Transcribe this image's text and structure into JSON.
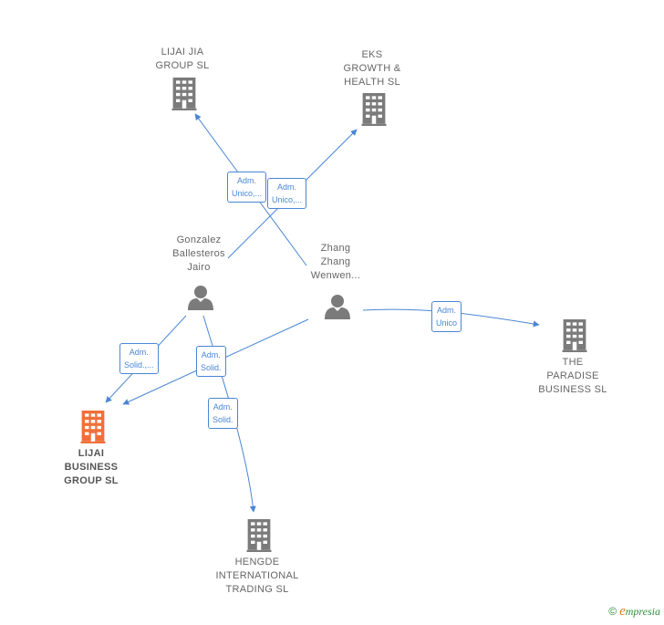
{
  "nodes": [
    {
      "id": "lijai_jia",
      "type": "company",
      "label": "LIJAI JIA\nGROUP  SL"
    },
    {
      "id": "eks",
      "type": "company",
      "label": "EKS\nGROWTH &\nHEALTH  SL"
    },
    {
      "id": "gonzalez",
      "type": "person",
      "label": "Gonzalez\nBallesteros\nJairo"
    },
    {
      "id": "zhang",
      "type": "person",
      "label": "Zhang\nZhang\nWenwen..."
    },
    {
      "id": "paradise",
      "type": "company",
      "label": "THE\nPARADISE\nBUSINESS SL"
    },
    {
      "id": "lijai_business",
      "type": "company",
      "label": "LIJAI\nBUSINESS\nGROUP  SL",
      "focus": true
    },
    {
      "id": "hengde",
      "type": "company",
      "label": "HENGDE\nINTERNATIONAL\nTRADING  SL"
    }
  ],
  "edges": [
    {
      "from": "zhang",
      "to": "lijai_jia",
      "label": "Adm.\nUnico,..."
    },
    {
      "from": "gonzalez",
      "to": "eks",
      "label": "Adm.\nUnico,..."
    },
    {
      "from": "zhang",
      "to": "paradise",
      "label": "Adm.\nUnico"
    },
    {
      "from": "gonzalez",
      "to": "lijai_business",
      "label": "Adm.\nSolid.,..."
    },
    {
      "from": "zhang",
      "to": "lijai_business",
      "label": "Adm.\nSolid."
    },
    {
      "from": "gonzalez",
      "to": "hengde",
      "label": "Adm.\nSolid."
    }
  ],
  "colors": {
    "edge": "#4a86d4",
    "company_icon": "#7b7b7b",
    "focus_icon": "#f0703a",
    "person_icon": "#7b7b7b"
  },
  "footer": {
    "copyright": "©",
    "brand_initial": "e",
    "brand_rest": "mpresia"
  }
}
